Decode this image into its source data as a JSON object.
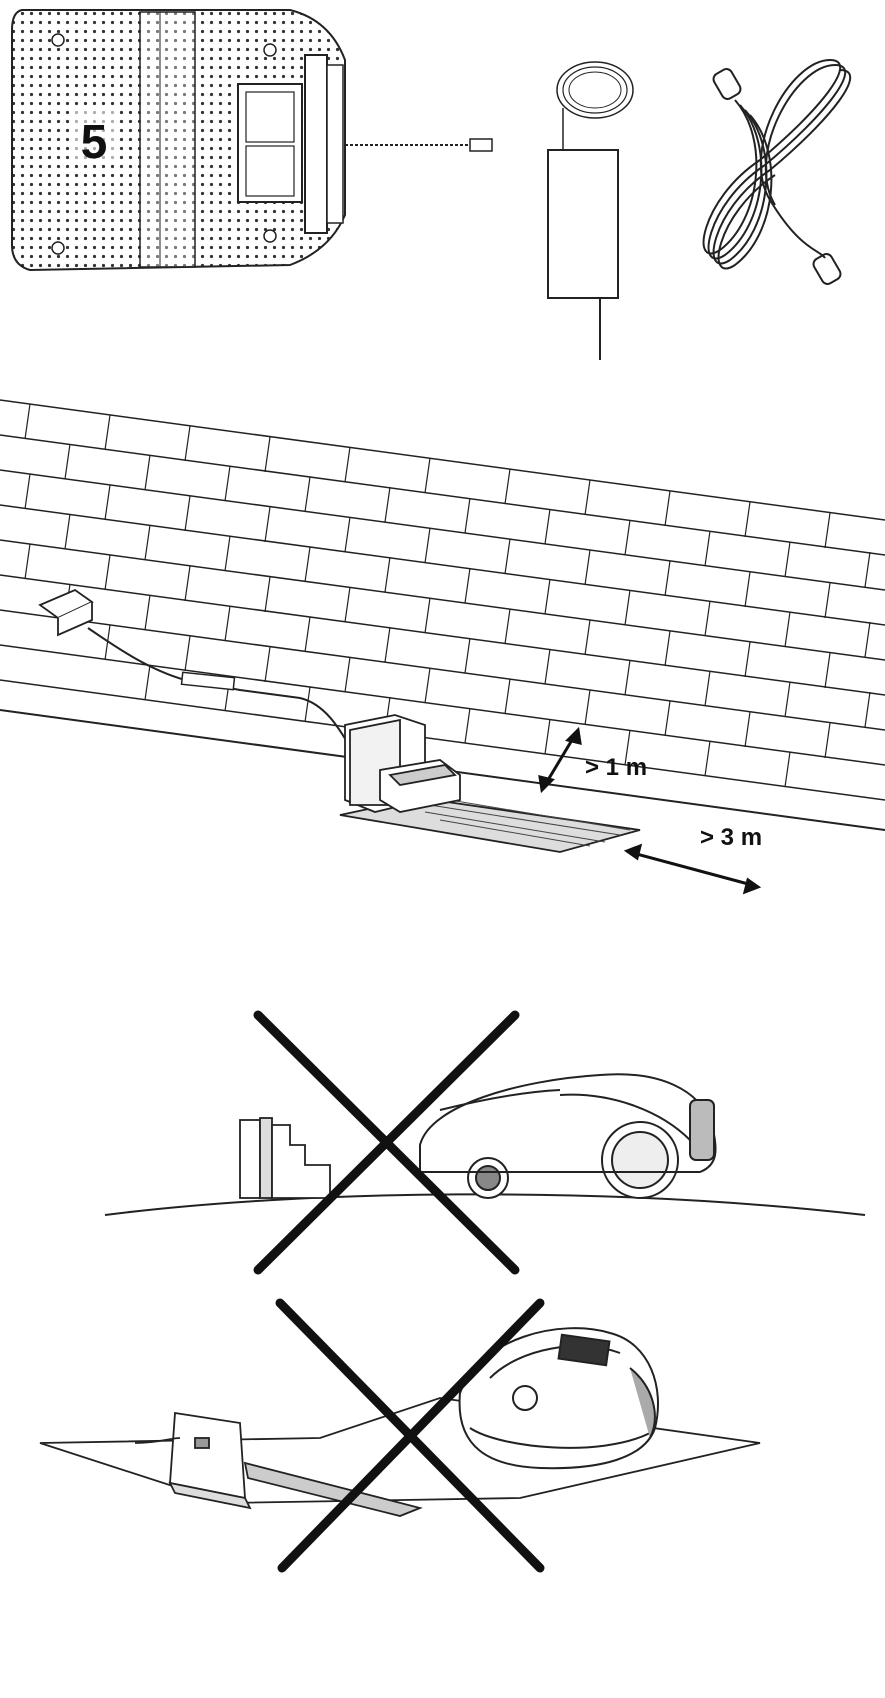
{
  "panel_top": {
    "station_number": "5"
  },
  "panel_wall": {
    "distance_wall": "> 1 m",
    "distance_front": "> 3 m"
  }
}
